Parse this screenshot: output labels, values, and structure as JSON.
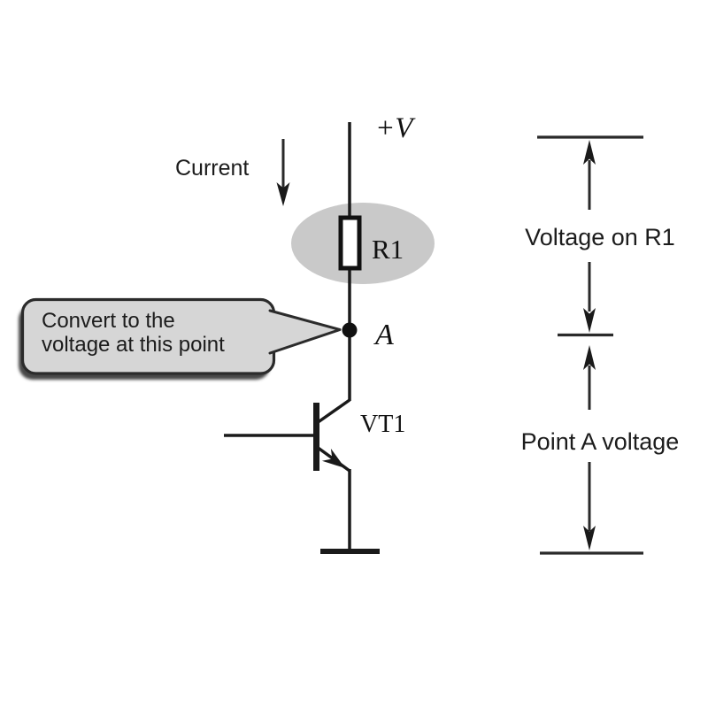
{
  "labels": {
    "supply": "+V",
    "current": "Current",
    "resistor": "R1",
    "node": "A",
    "transistor": "VT1",
    "dim_top": "Voltage on R1",
    "dim_bottom": "Point A voltage"
  },
  "callout": {
    "line1": "Convert to the",
    "line2": "voltage at this point"
  },
  "colors": {
    "background": "#ffffff",
    "line": "#1a1a1a",
    "highlight_ellipse": "#c9c9c9",
    "callout_fill": "#d6d6d6",
    "callout_border": "#2b2b2b",
    "shadow": "#474747"
  }
}
